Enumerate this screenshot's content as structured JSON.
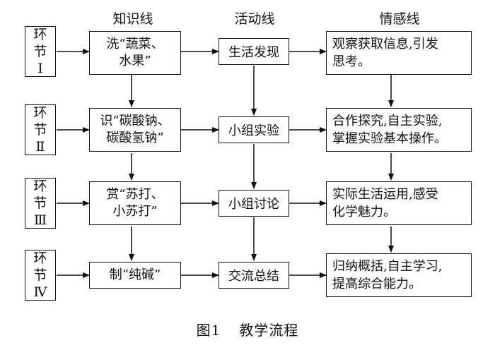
{
  "headers": {
    "knowledge": "知识线",
    "activity": "活动线",
    "emotion": "情感线"
  },
  "stages": [
    {
      "label_top": "环",
      "label_mid": "节",
      "label_num": "Ⅰ",
      "knowledge": [
        "洗“蔬菜、",
        "水果”"
      ],
      "activity": "生活发现",
      "emotion": [
        "观察获取信息,引发",
        "思考。"
      ]
    },
    {
      "label_top": "环",
      "label_mid": "节",
      "label_num": "Ⅱ",
      "knowledge": [
        "识“碳酸钠、",
        "碳酸氢钠”"
      ],
      "activity": "小组实验",
      "emotion": [
        "合作探究,自主实验,",
        "掌握实验基本操作。"
      ]
    },
    {
      "label_top": "环",
      "label_mid": "节",
      "label_num": "Ⅲ",
      "knowledge": [
        "赏“苏打、",
        "小苏打”"
      ],
      "activity": "小组讨论",
      "emotion": [
        "实际生活运用,感受",
        "化学魅力。"
      ]
    },
    {
      "label_top": "环",
      "label_mid": "节",
      "label_num": "Ⅳ",
      "knowledge": [
        "制“纯碱”"
      ],
      "activity": "交流总结",
      "emotion": [
        "归纳概括,自主学习,",
        "提高综合能力。"
      ]
    }
  ],
  "caption": {
    "figure": "图1",
    "title": "教学流程"
  }
}
